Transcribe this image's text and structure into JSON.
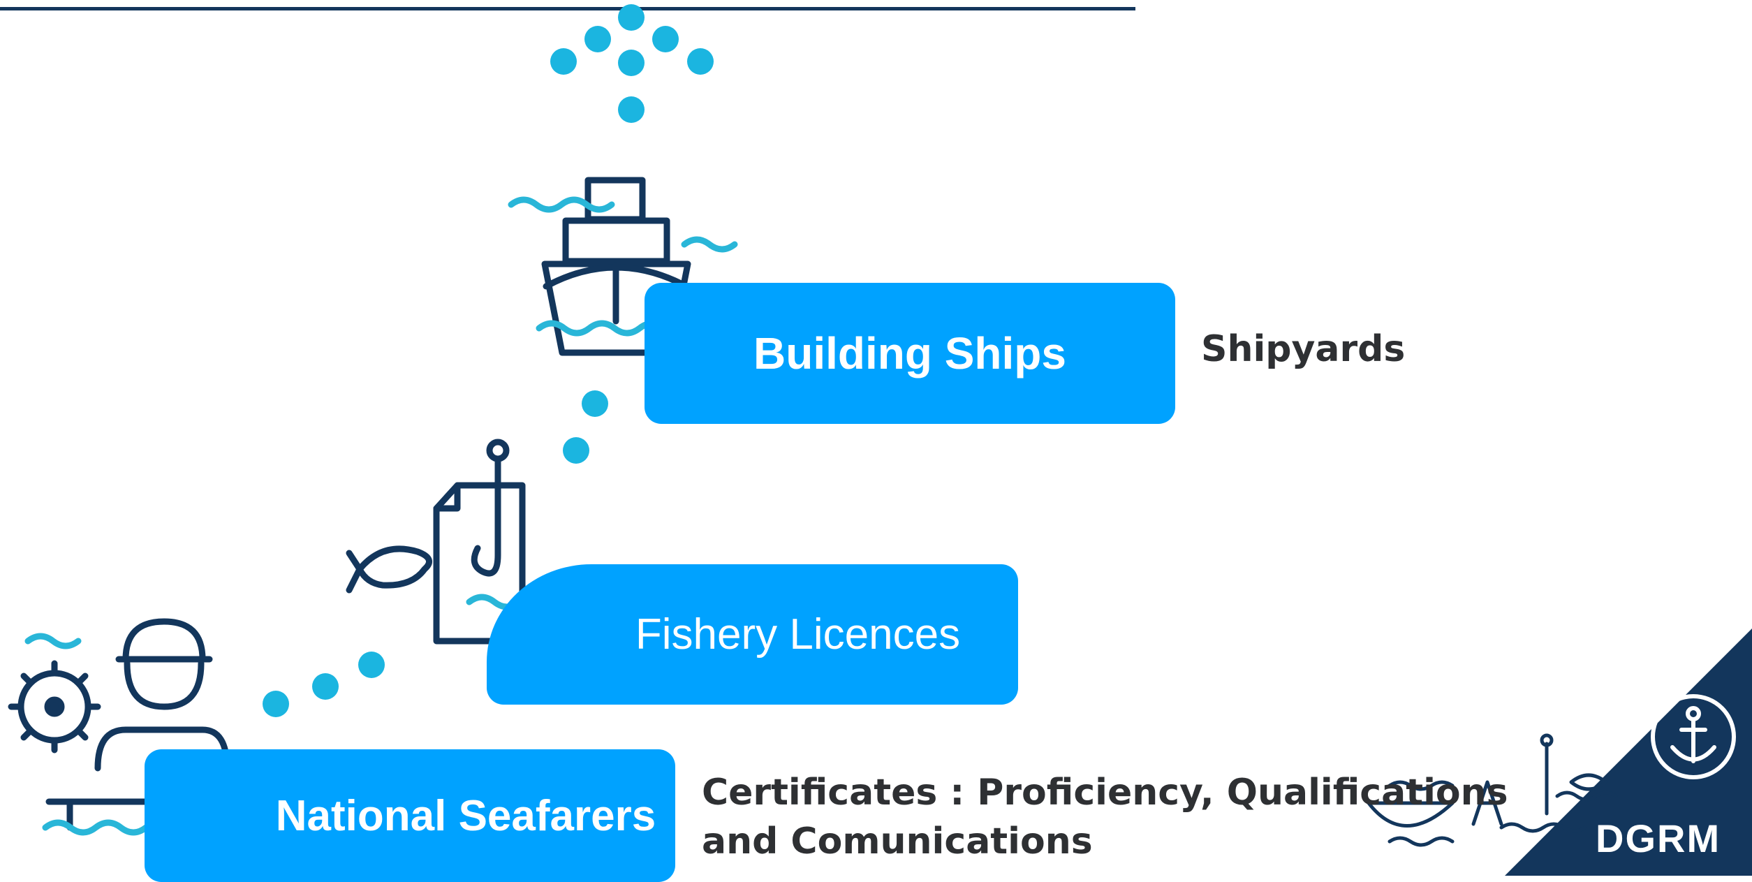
{
  "steps": {
    "building_ships": {
      "label": "Building Ships",
      "detail": "Shipyards"
    },
    "fishery_licences": {
      "label": "Fishery Licences"
    },
    "national_seafarers": {
      "label": "National Seafarers",
      "detail_line1": "Certificates : Proficiency, Qualifications",
      "detail_line2": "and Comunications"
    }
  },
  "brand": {
    "logo_text": "DGRM"
  },
  "colors": {
    "pill_blue": "#00a2ff",
    "dot_blue": "#1bb5e0",
    "navy": "#13365c",
    "wave_blue": "#29b6d8",
    "text_dark": "#2e3033"
  },
  "icons": {
    "top_dots": "dot-cluster-icon",
    "ship": "ship-icon",
    "licence": "fishing-licence-icon",
    "seafarer": "seafarer-icon",
    "corner_decor": "maritime-line-art-icon",
    "anchor": "anchor-icon"
  }
}
